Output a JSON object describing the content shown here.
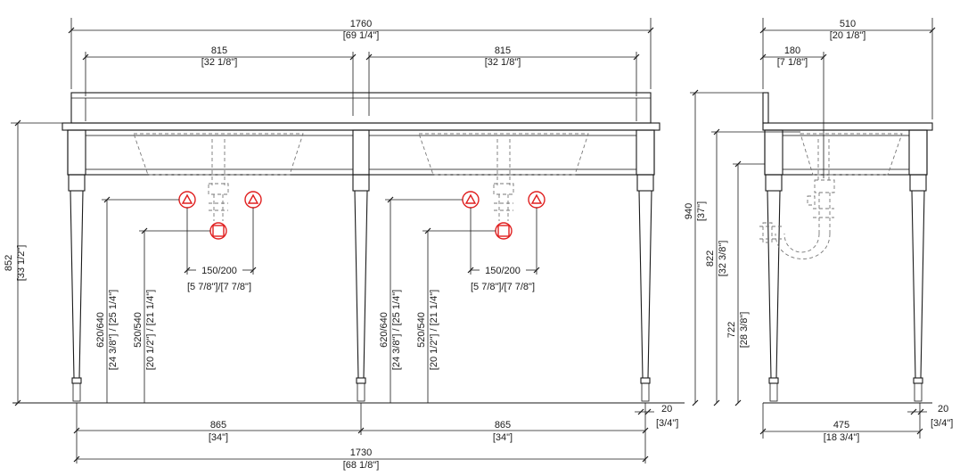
{
  "dims": {
    "overall_width_mm": "1760",
    "overall_width_in": "[69 1/4\"]",
    "basin_width_mm": "815",
    "basin_width_in": "[32 1/8\"]",
    "side_depth_mm": "510",
    "side_depth_in": "[20 1/8\"]",
    "drain_offset_mm": "180",
    "drain_offset_in": "[7 1/8\"]",
    "height_mm": "852",
    "height_in": "[33 1/2\"]",
    "supply_height_mm": "620/640",
    "supply_height_in": "[24 3/8\"] / [25 1/4\"]",
    "waste_height_mm": "520/540",
    "waste_height_in": "[20 1/2\"] / [21 1/4\"]",
    "supply_spacing_mm": "150/200",
    "supply_spacing_in": "[5 7/8\"]/[7 7/8\"]",
    "backsplash_height_mm": "940",
    "backsplash_height_in": "[37\"]",
    "bowl_height_mm": "822",
    "bowl_height_in": "[32 3/8\"]",
    "apron_height_mm": "722",
    "apron_height_in": "[28 3/8\"]",
    "leg_center_mm": "865",
    "leg_center_in": "[34\"]",
    "leg_span_mm": "1730",
    "leg_span_in": "[68 1/8\"]",
    "leg_foot_mm": "20",
    "leg_foot_in": "[3/4\"]",
    "side_leg_span_mm": "475",
    "side_leg_span_in": "[18 3/4\"]"
  },
  "colors": {
    "line": "#1a1a1a",
    "hidden": "#777777",
    "connection_marker": "#e02020"
  }
}
